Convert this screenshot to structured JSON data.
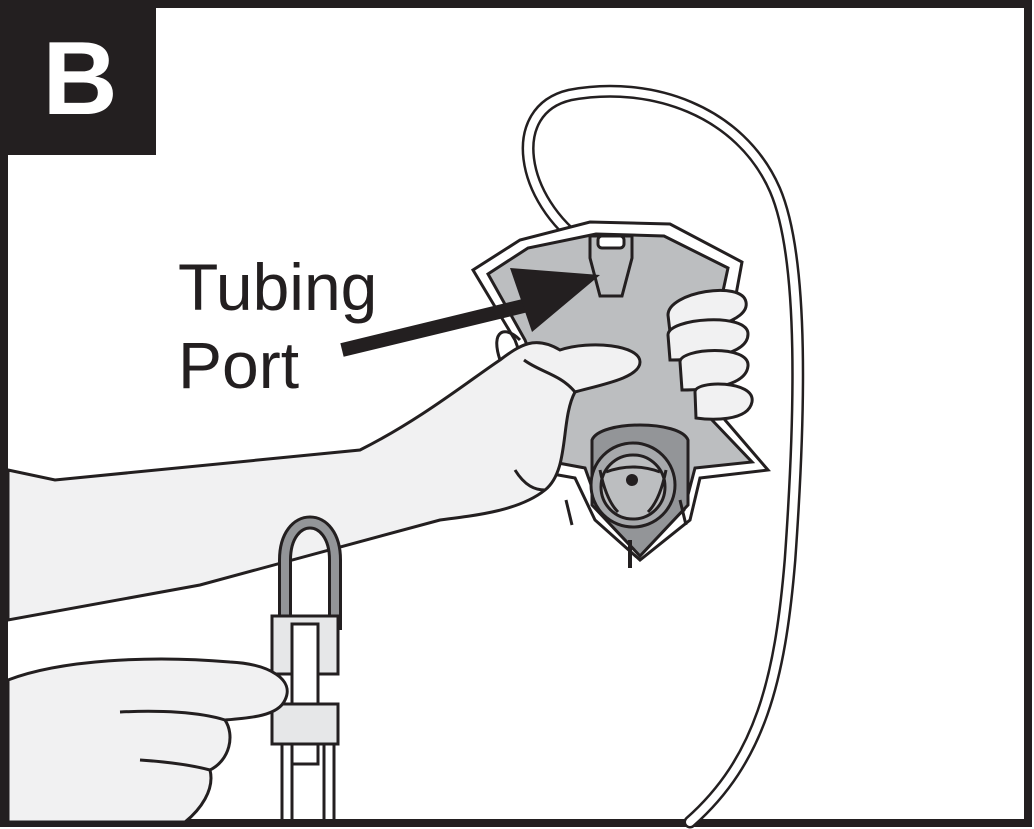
{
  "step": {
    "letter": "B"
  },
  "callout": {
    "line1": "Tubing",
    "line2": "Port"
  },
  "colors": {
    "ink": "#231f20",
    "bag_fill": "#bcbec0",
    "bag_dark": "#939598",
    "skin": "#f1f1f2",
    "background": "#ffffff"
  },
  "icons": [
    "arrow-icon",
    "drainage-bag-icon",
    "tubing-icon",
    "clamp-icon",
    "hand-icon"
  ]
}
